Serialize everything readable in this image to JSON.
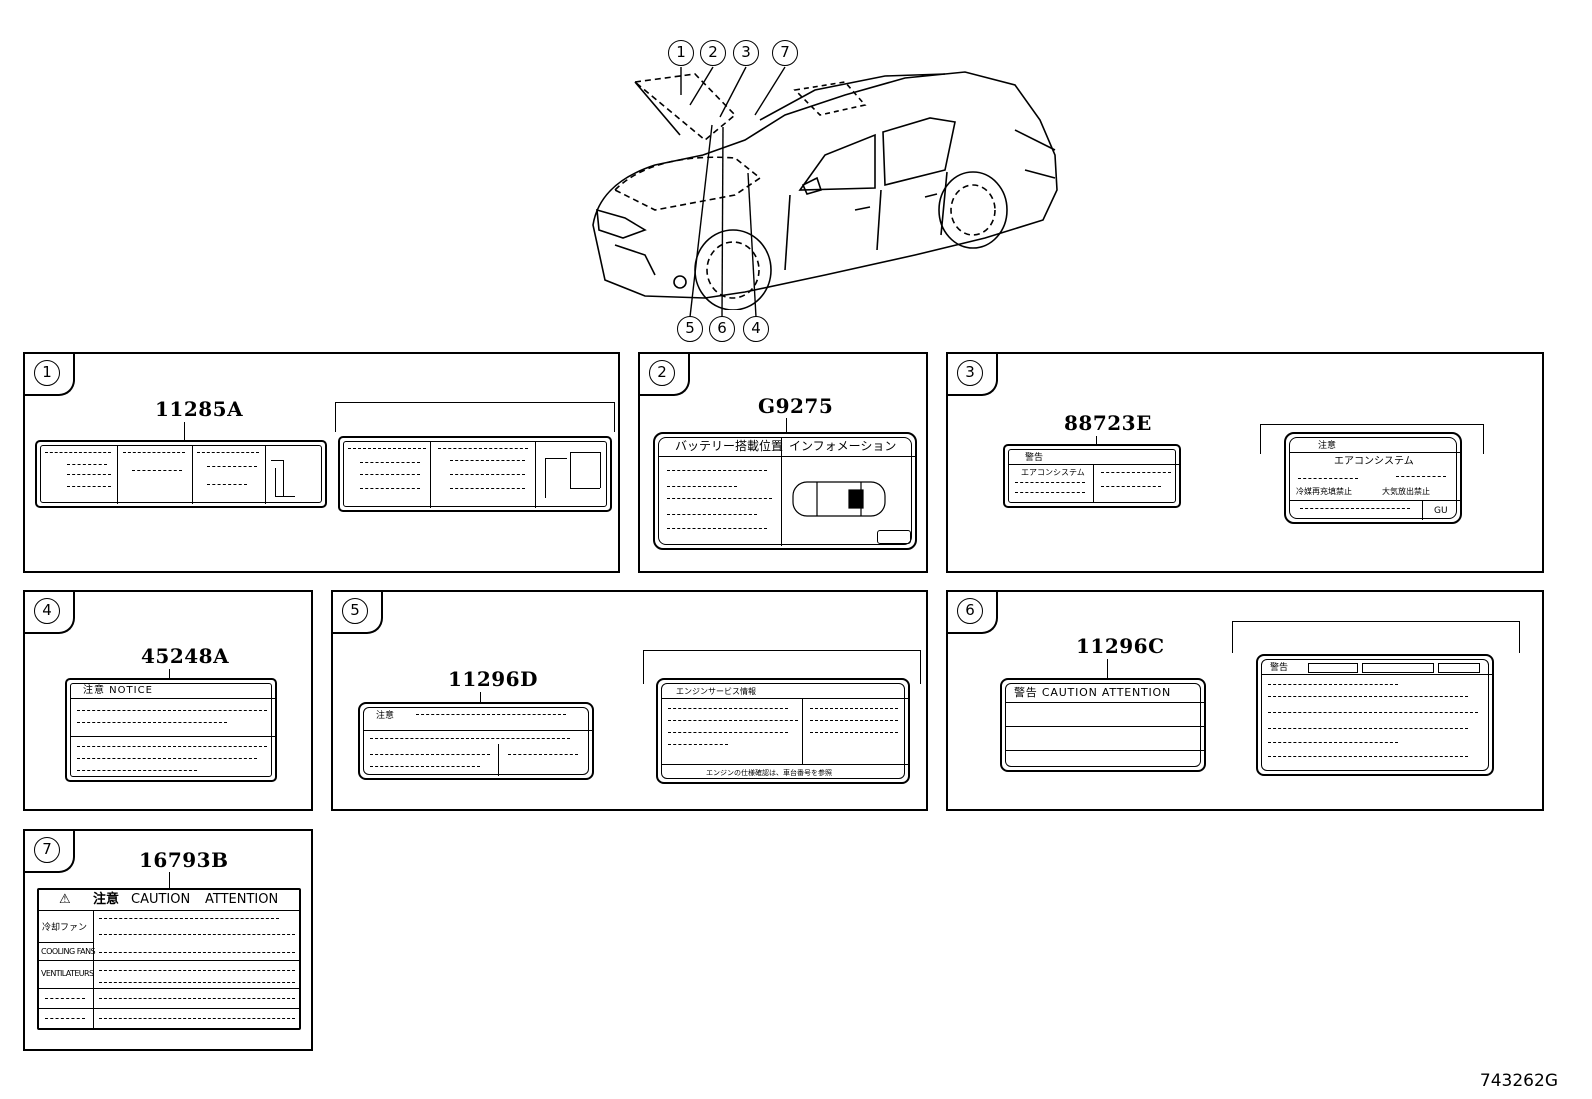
{
  "figure_number": "743262G",
  "callouts": {
    "top": [
      "1",
      "2",
      "3",
      "7"
    ],
    "bottom": [
      "5",
      "6",
      "4"
    ]
  },
  "panels": [
    {
      "id": "1",
      "part_number": "11285A"
    },
    {
      "id": "2",
      "part_number": "G9275",
      "header_left": "バッテリー搭載位置",
      "header_right": "インフォメーション"
    },
    {
      "id": "3",
      "part_number": "88723E",
      "label_a_title": "警告",
      "label_a_line": "エアコンシステム",
      "label_b_title": "注意",
      "label_b_subtitle": "エアコンシステム",
      "label_b_left": "冷媒再充填禁止",
      "label_b_right": "大気放出禁止",
      "label_b_code": "GU"
    },
    {
      "id": "4",
      "part_number": "45248A",
      "header": "注意 NOTICE"
    },
    {
      "id": "5",
      "part_number": "11296D",
      "label_a_title": "注意",
      "label_b_header": "エンジンサービス情報",
      "label_b_footer": "エンジンの仕様確認は、車台番号を参照"
    },
    {
      "id": "6",
      "part_number": "11296C",
      "header": "警告 CAUTION ATTENTION",
      "label_b_title": "警告"
    },
    {
      "id": "7",
      "part_number": "16793B",
      "header_jp": "注意",
      "header_en": "CAUTION",
      "header_fr": "ATTENTION",
      "rows": [
        "冷却ファン",
        "COOLING FANS",
        "VENTILATEURS"
      ]
    }
  ]
}
